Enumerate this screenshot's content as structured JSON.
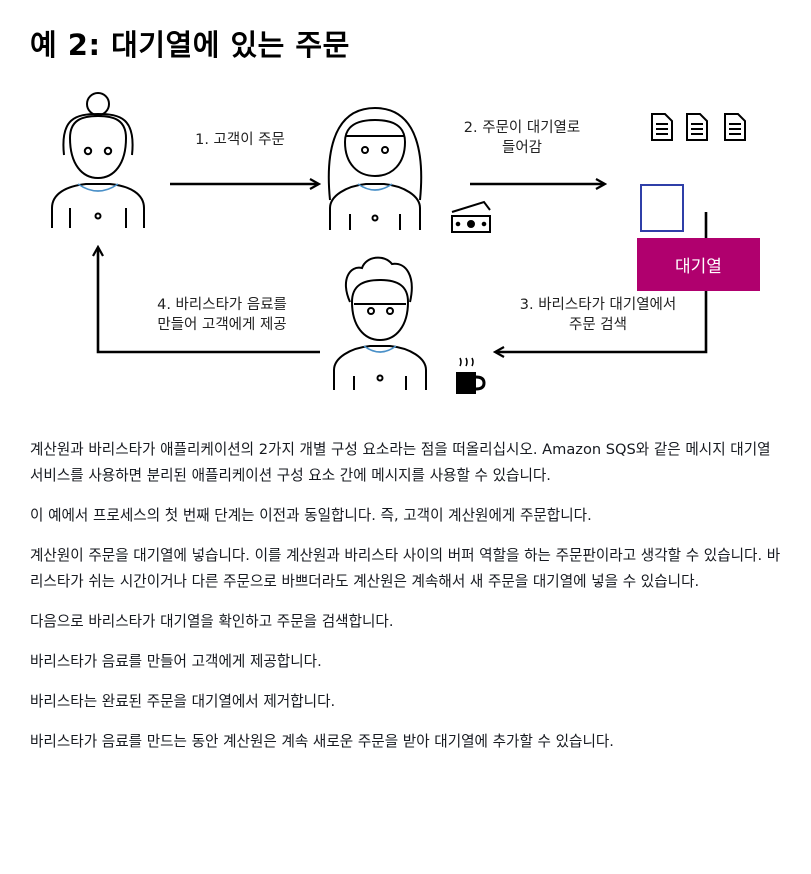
{
  "title": "예 2: 대기열에 있는 주문",
  "diagram": {
    "step1": "1. 고객이 주문",
    "step2_line1": "2. 주문이 대기열로",
    "step2_line2": "들어감",
    "queue_label": "대기열",
    "step3_line1": "3. 바리스타가 대기열에서",
    "step3_line2": "주문 검색",
    "step4_line1": "4. 바리스타가 음료를",
    "step4_line2": "만들어 고객에게 제공",
    "icons": [
      "customer-icon",
      "cashier-icon",
      "money-icon",
      "document-icon",
      "barista-icon",
      "coffee-cup-icon"
    ],
    "colors": {
      "queue": "#b0006e",
      "highlight": "#2f3fa8",
      "arrow": "#000000"
    }
  },
  "paragraphs": [
    "계산원과 바리스타가 애플리케이션의 2가지 개별 구성 요소라는 점을 떠올리십시오. Amazon SQS와 같은 메시지 대기열 서비스를 사용하면 분리된 애플리케이션 구성 요소 간에 메시지를 사용할 수 있습니다.",
    "이 예에서 프로세스의 첫 번째 단계는 이전과 동일합니다. 즉, 고객이 계산원에게 주문합니다.",
    "계산원이 주문을 대기열에 넣습니다. 이를 계산원과 바리스타 사이의 버퍼 역할을 하는 주문판이라고 생각할 수 있습니다. 바리스타가 쉬는 시간이거나 다른 주문으로 바쁘더라도 계산원은 계속해서 새 주문을 대기열에 넣을 수 있습니다.",
    "다음으로 바리스타가 대기열을 확인하고 주문을 검색합니다.",
    "바리스타가 음료를 만들어 고객에게 제공합니다.",
    "바리스타는 완료된 주문을 대기열에서 제거합니다.",
    "바리스타가 음료를 만드는 동안 계산원은 계속 새로운 주문을 받아 대기열에 추가할 수 있습니다."
  ]
}
